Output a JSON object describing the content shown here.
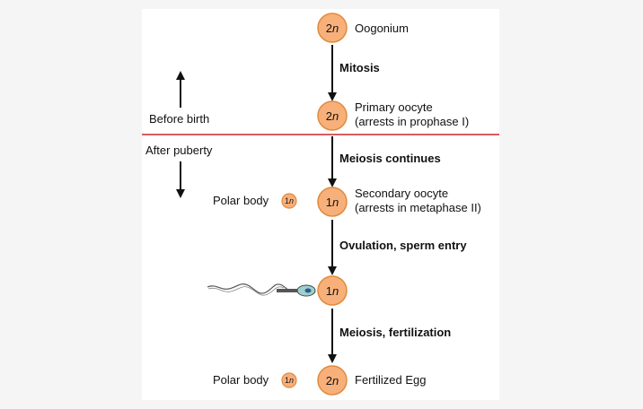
{
  "colors": {
    "cell_fill": "#f8b07a",
    "cell_stroke": "#e08a3c",
    "divider": "#c8262e",
    "arrow": "#111111"
  },
  "timeline": {
    "before": "Before birth",
    "after": "After puberty"
  },
  "cells": [
    {
      "ploidy_num": "2",
      "ploidy_var": "n",
      "label_line1": "Oogonium",
      "label_line2": ""
    },
    {
      "ploidy_num": "2",
      "ploidy_var": "n",
      "label_line1": "Primary oocyte",
      "label_line2": "(arrests in prophase I)"
    },
    {
      "ploidy_num": "1",
      "ploidy_var": "n",
      "label_line1": "Secondary oocyte",
      "label_line2": "(arrests in metaphase II)"
    },
    {
      "ploidy_num": "1",
      "ploidy_var": "n",
      "label_line1": "",
      "label_line2": ""
    },
    {
      "ploidy_num": "2",
      "ploidy_var": "n",
      "label_line1": "Fertilized Egg",
      "label_line2": ""
    }
  ],
  "steps": [
    "Mitosis",
    "Meiosis continues",
    "Ovulation, sperm entry",
    "Meiosis, fertilization"
  ],
  "polar_bodies": [
    {
      "label": "Polar body",
      "ploidy_num": "1",
      "ploidy_var": "n"
    },
    {
      "label": "Polar body",
      "ploidy_num": "1",
      "ploidy_var": "n"
    }
  ]
}
